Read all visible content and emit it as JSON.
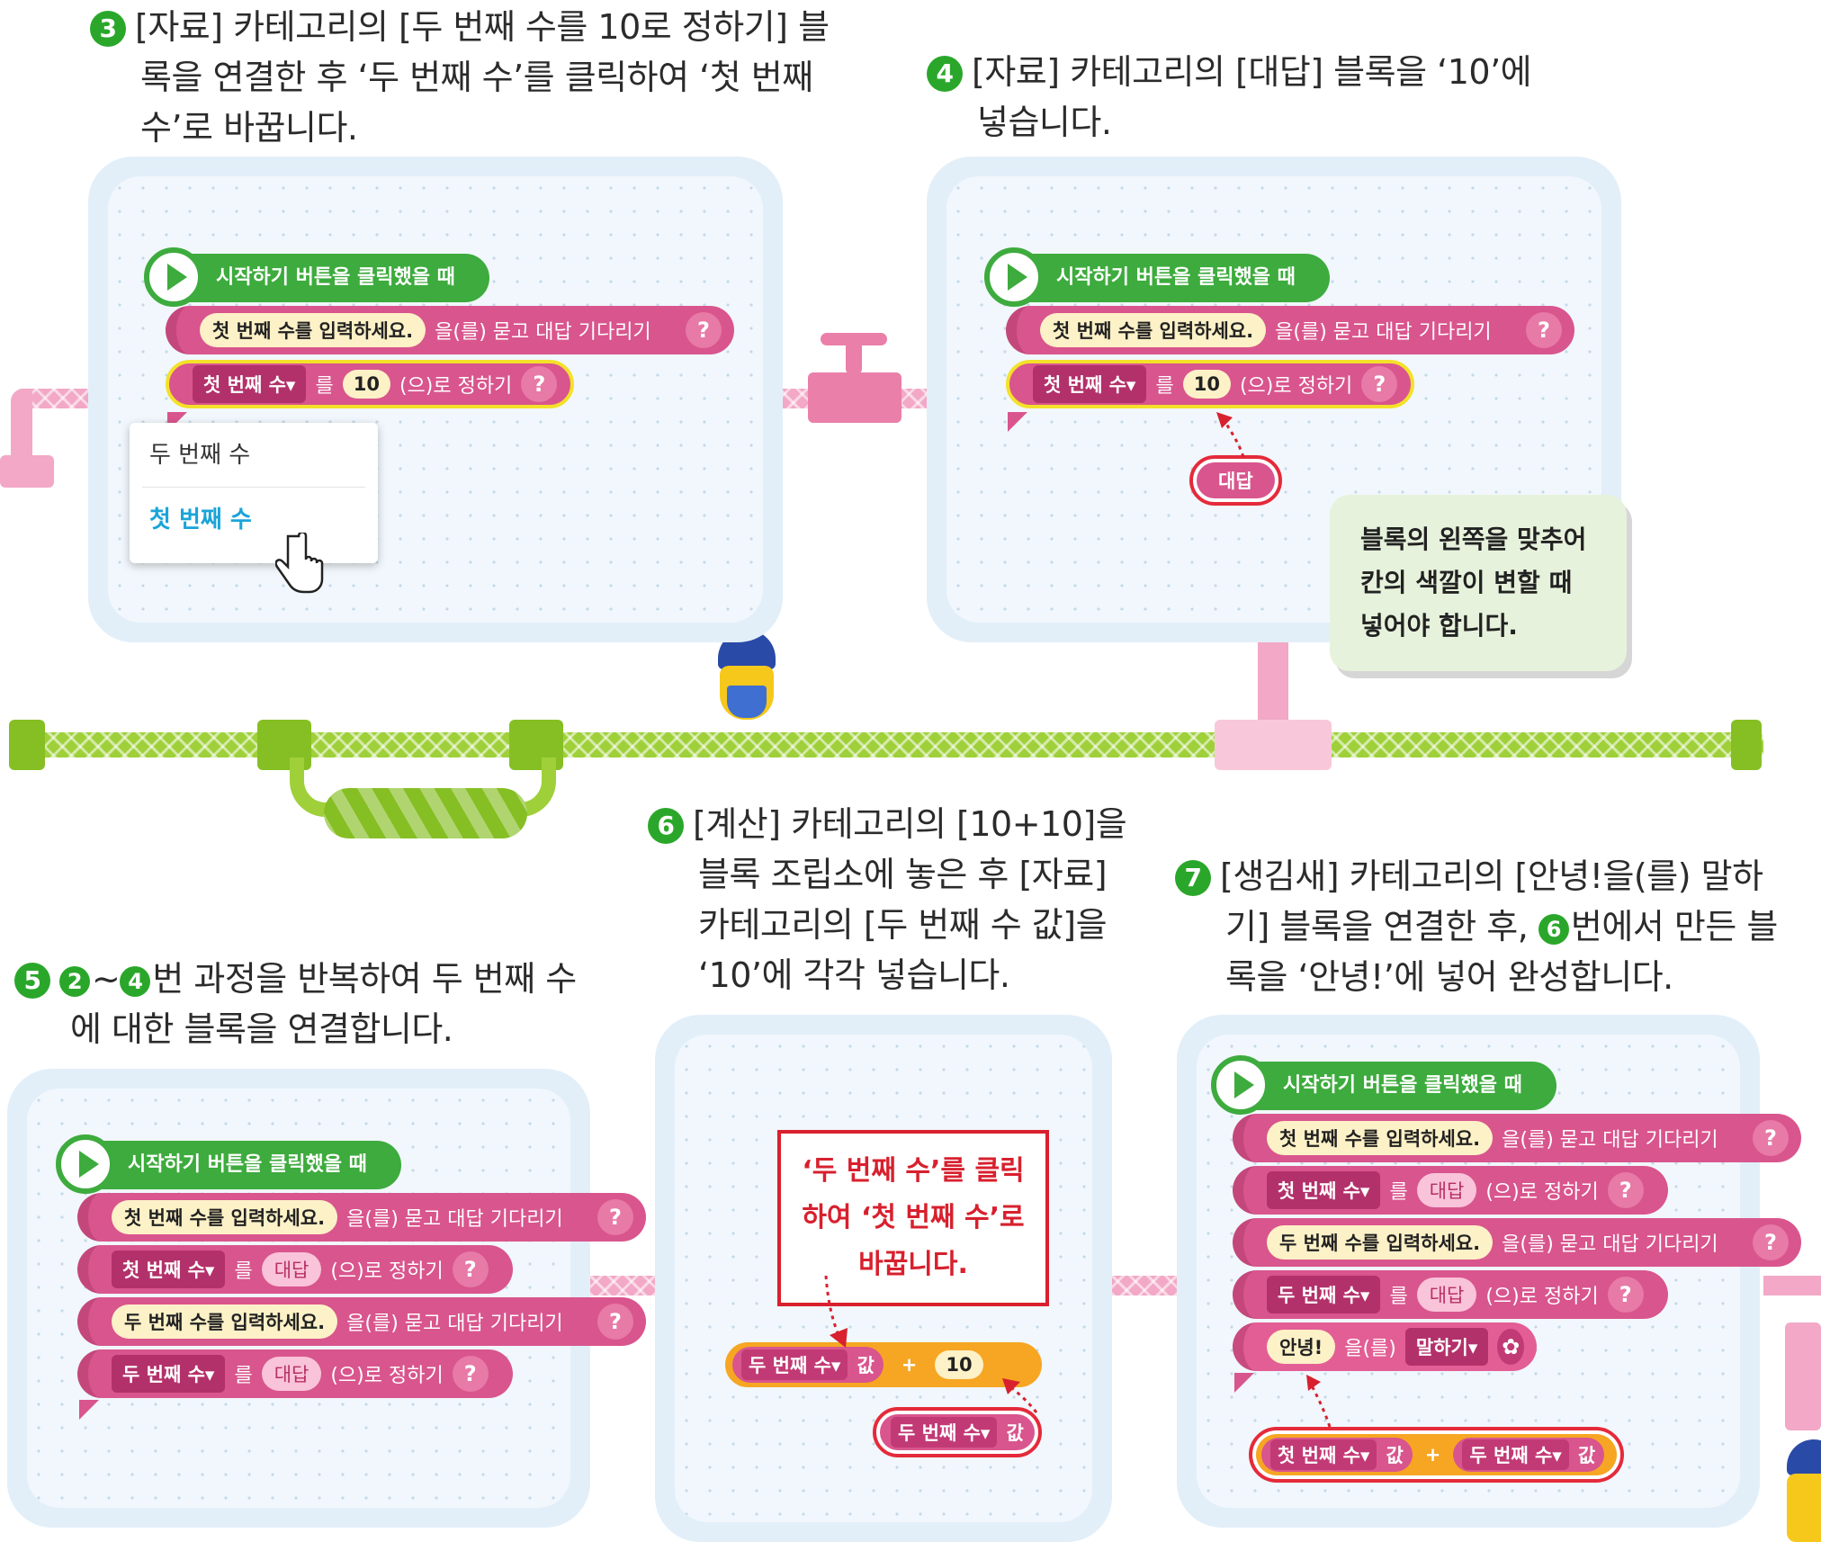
{
  "steps": {
    "s3": {
      "num": "3",
      "lines": [
        "[자료] 카테고리의 [두 번째 수를 10로 정하기] 블",
        "록을 연결한 후 ‘두 번째 수’를 클릭하여 ‘첫 번째",
        "수’로 바꿉니다."
      ]
    },
    "s4": {
      "num": "4",
      "lines": [
        "[자료] 카테고리의 [대답] 블록을 ‘10’에",
        "넣습니다."
      ]
    },
    "s5": {
      "num": "5",
      "n2": "2",
      "n4": "4",
      "line1_rest": "번 과정을 반복하여 두 번째 수",
      "line2": "에 대한 블록을 연결합니다."
    },
    "s6": {
      "num": "6",
      "lines": [
        "[계산] 카테고리의 [10+10]을",
        "블록 조립소에 놓은 후 [자료]",
        "카테고리의 [두 번째 수 값]을",
        "‘10’에 각각 넣습니다."
      ]
    },
    "s7": {
      "num": "7",
      "n6": "6",
      "line1": "[생김새] 카테고리의 [안녕!을(를) 말하",
      "line2_a": "기] 블록을 연결한 후, ",
      "line2_b": "번에서 만든 블",
      "line3": "록을 ‘안녕!’에 넣어 완성합니다."
    }
  },
  "blocks": {
    "start": "시작하기 버튼을 클릭했을 때",
    "ask_first": "첫 번째 수를 입력하세요.",
    "ask_second": "두 번째 수를 입력하세요.",
    "ask_suffix": "을(를) 묻고 대답 기다리기",
    "var_first": "첫 번째 수▾",
    "var_second": "두 번째 수▾",
    "set_mid": "를",
    "set_suffix": "(으)로 정하기",
    "ten": "10",
    "answer": "대답",
    "qmark": "?",
    "value": "값",
    "plus": "+",
    "hello": "안녕!",
    "say_mid": "을(를)",
    "say": "말하기▾"
  },
  "menu": {
    "opt1": "두 번째 수",
    "opt2": "첫 번째 수"
  },
  "note": [
    "블록의 왼쪽을 맞추어",
    "칸의 색깔이 변할 때",
    "넣어야 합니다."
  ],
  "callout": [
    "‘두 번째 수’를 클릭",
    "하여 ‘첫 번째 수’로",
    "바꿉니다."
  ],
  "colors": {
    "green": "#3dab3d",
    "pink_block": "#d9558d",
    "orange": "#f6a623",
    "keyword": "#2f6db3",
    "red": "#d8202e"
  }
}
